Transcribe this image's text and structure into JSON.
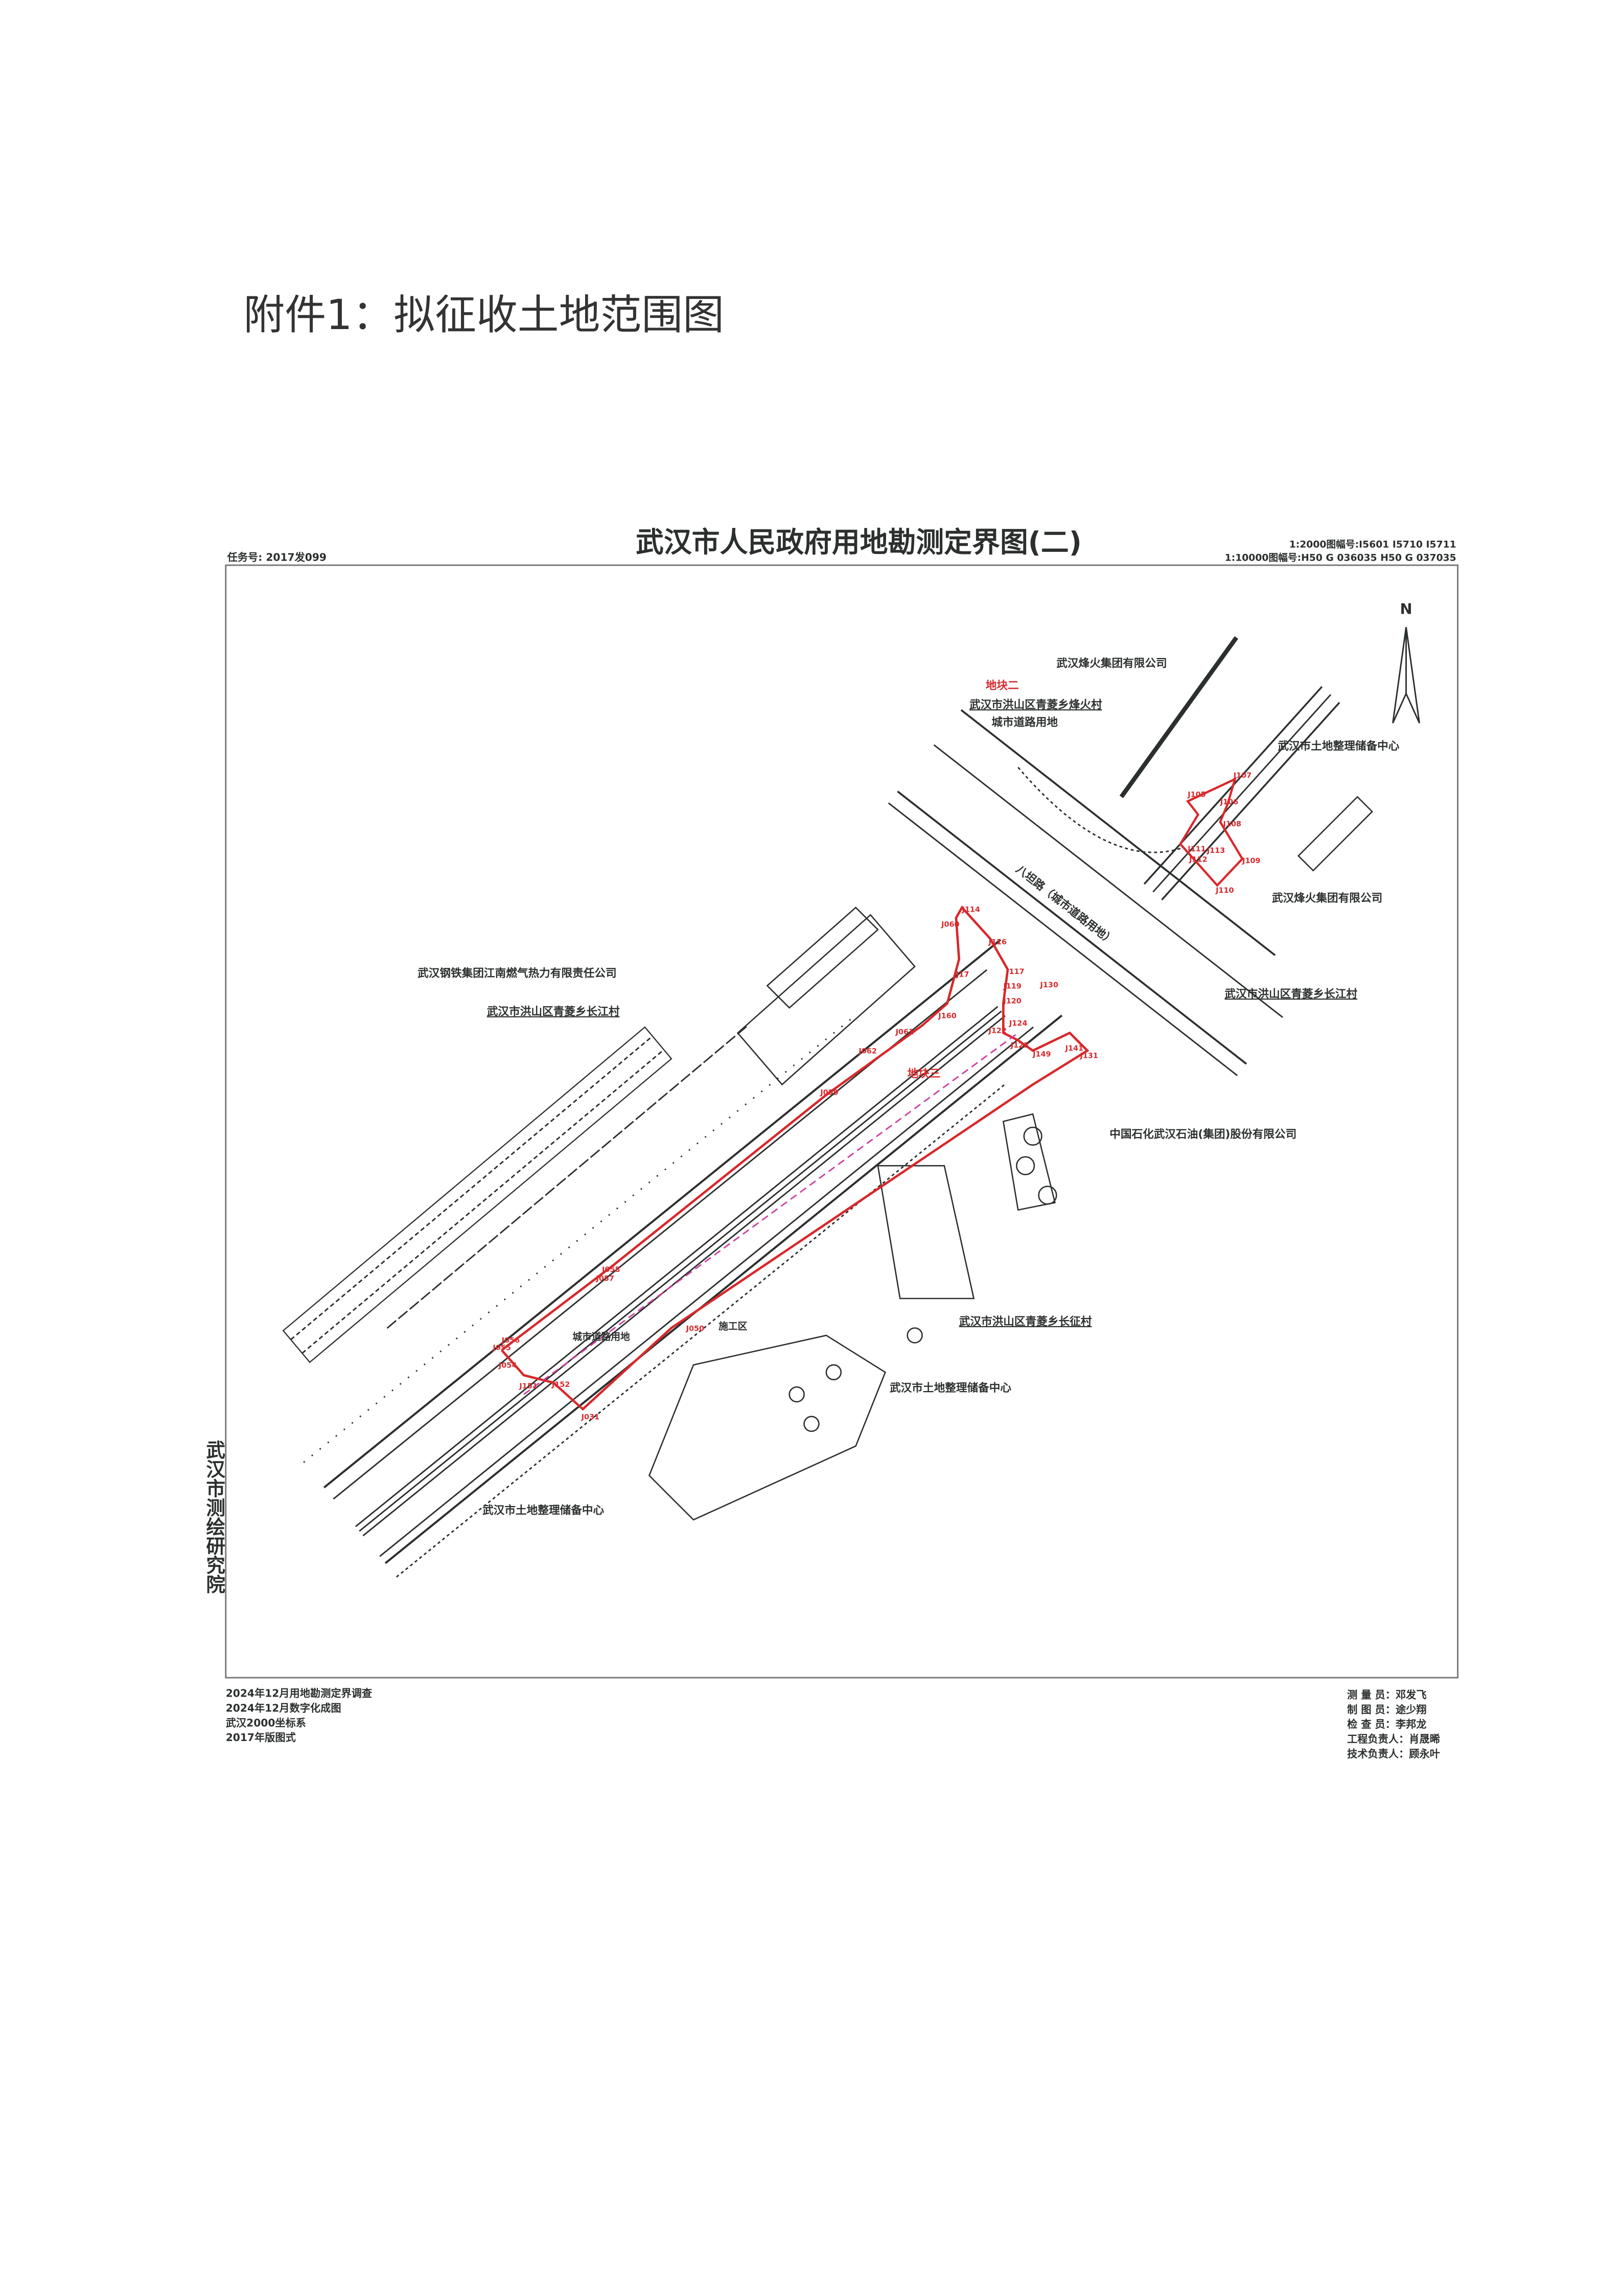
{
  "document": {
    "attachment_title": "附件1：拟征收土地范围图"
  },
  "map": {
    "title": "武汉市人民政府用地勘测定界图(二)",
    "task_number": "任务号: 2017发099",
    "sheet_2000": "1:2000图幅号:I5601 I5710 I5711",
    "sheet_10000": "1:10000图幅号:H50 G 036035 H50 G 037035",
    "north_label": "N",
    "institute": "武汉市测绘研究院",
    "labels": {
      "fenghuo_group_top": "武汉烽火集团有限公司",
      "parcel_two": "地块二",
      "fenghuo_village": "武汉市洪山区青菱乡烽火村",
      "urban_road_use_top": "城市道路用地",
      "land_reserve_ne": "武汉市土地整理储备中心",
      "fenghuo_group_right": "武汉烽火集团有限公司",
      "batan_road": "八坦路（城市道路用地）",
      "wisco_gas": "武汉钢铁集团江南燃气热力有限责任公司",
      "changjiang_village_left": "武汉市洪山区青菱乡长江村",
      "changjiang_village_right": "武汉市洪山区青菱乡长江村",
      "parcel_three": "地块三",
      "sinopec": "中国石化武汉石油(集团)股份有限公司",
      "changzheng_village": "武汉市洪山区青菱乡长征村",
      "urban_road_use_bottom": "城市道路用地",
      "construction_area": "施工区",
      "land_reserve_mid": "武汉市土地整理储备中心",
      "land_reserve_sw": "武汉市土地整理储备中心"
    },
    "boundary_points": [
      "J107",
      "J105",
      "J106",
      "J108",
      "J109",
      "J111",
      "J112",
      "J113",
      "J110",
      "J114",
      "J060",
      "J116",
      "J117",
      "J17",
      "J119",
      "J120",
      "J160",
      "J130",
      "J124",
      "J122",
      "J123",
      "J061",
      "J062",
      "J141",
      "J149",
      "J131",
      "J059",
      "J058",
      "J057",
      "J056",
      "J055",
      "J054",
      "J152",
      "J151",
      "J050",
      "J031"
    ],
    "footer_left": [
      "2024年12月用地勘测定界调查",
      "2024年12月数字化成图",
      "武汉2000坐标系",
      "2017年版图式"
    ],
    "footer_right": [
      "测 量 员：邓发飞",
      "制 图 员：途少翔",
      "检 查 员：李邦龙",
      "工程负责人：肖晟晞",
      "技术负责人：顾永叶"
    ],
    "colors": {
      "boundary": "#d8282b",
      "centerline": "#d040a0",
      "linework": "#2b2f2e"
    }
  }
}
